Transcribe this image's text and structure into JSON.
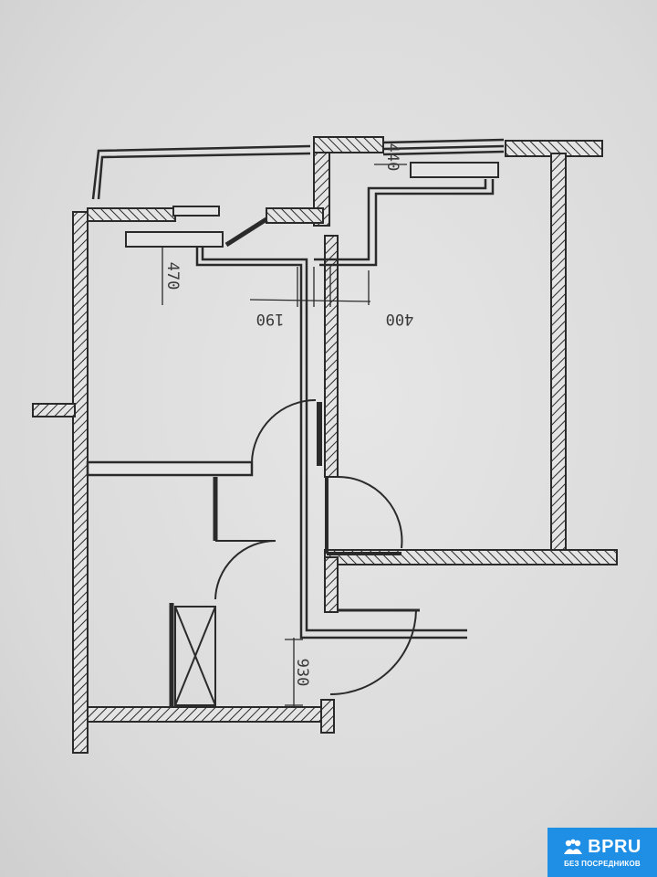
{
  "dimensions": {
    "top_right_vertical": "440",
    "left_vertical": "470",
    "center_left": "190",
    "center_right": "400",
    "bottom_vertical": "930"
  },
  "watermark": {
    "brand": "BPRU",
    "slogan": "БЕЗ ПОСРЕДНИКОВ",
    "background": "#1f8fe6",
    "icon": "people-icon"
  },
  "colors": {
    "line": "#2a2a2a",
    "paper": "#e0e0e0"
  }
}
